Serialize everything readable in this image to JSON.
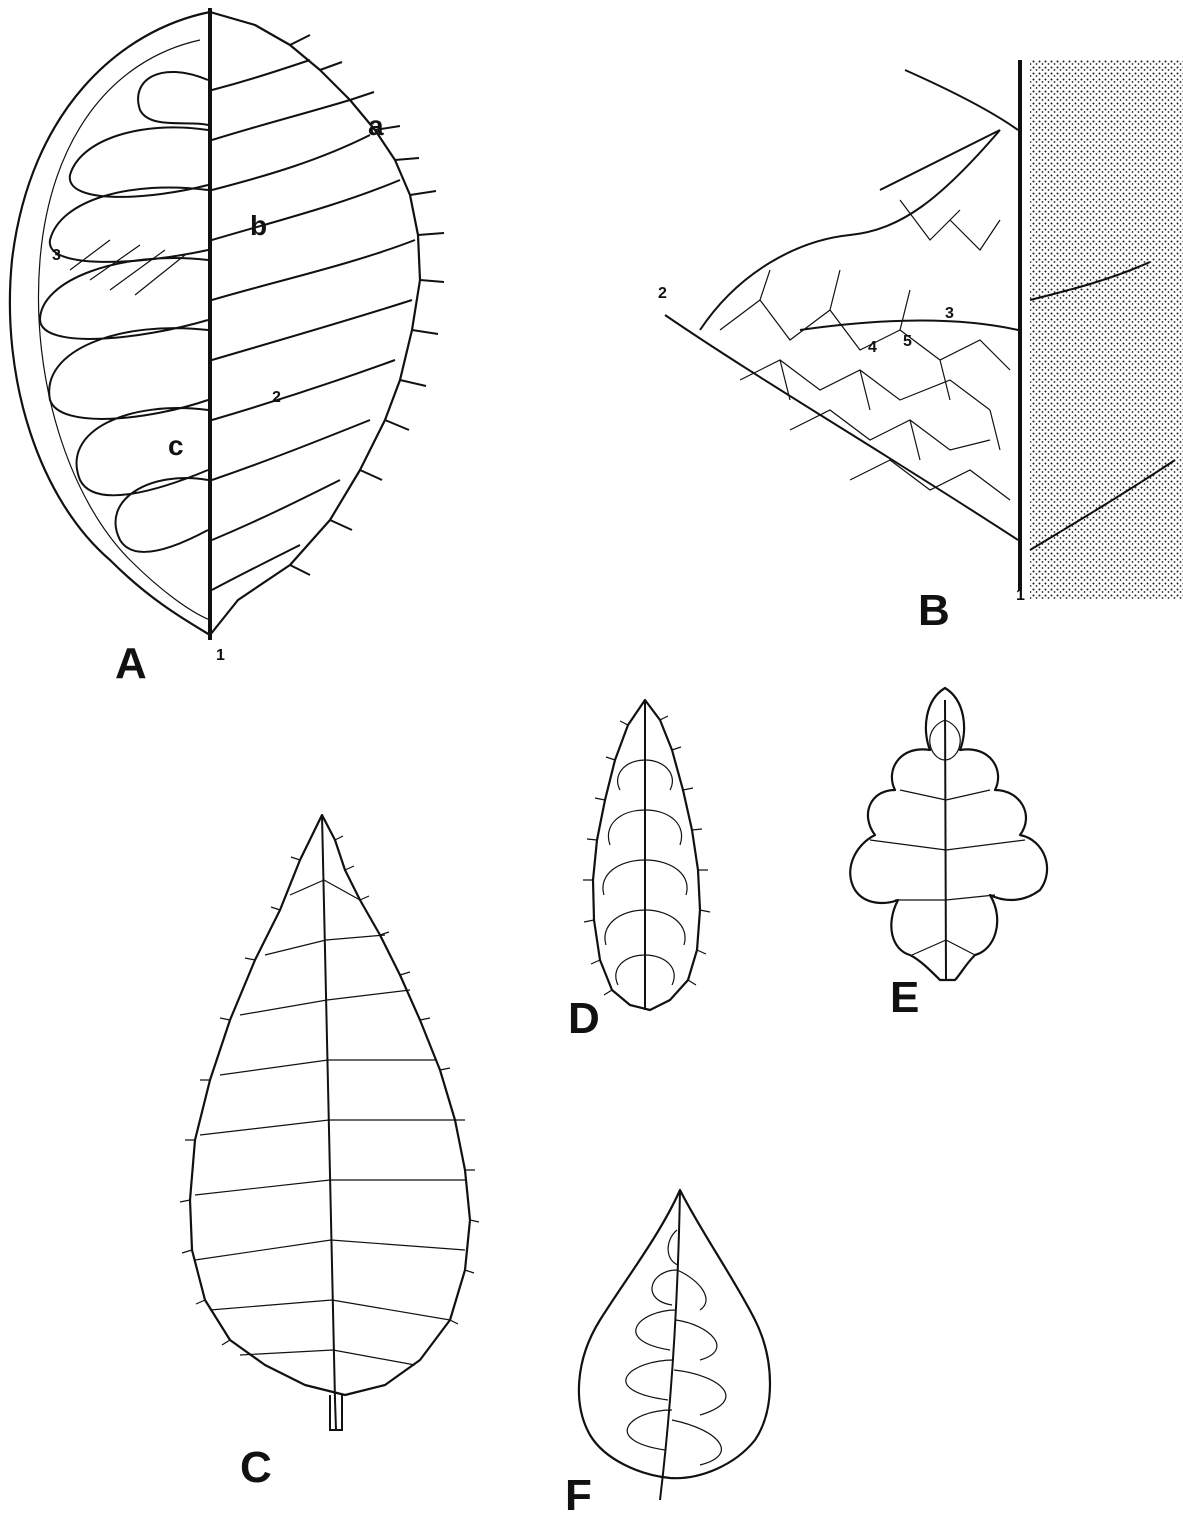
{
  "panels": {
    "A": {
      "letter": "A",
      "callouts": {
        "a": "a",
        "b": "b",
        "c": "c"
      },
      "vein_orders": {
        "primary": "1",
        "secondary": "2",
        "tertiary": "3"
      }
    },
    "B": {
      "letter": "B",
      "vein_orders": {
        "primary": "1",
        "secondary": "2",
        "tertiary": "3",
        "quaternary": "4",
        "quinary": "5"
      }
    },
    "C": {
      "letter": "C"
    },
    "D": {
      "letter": "D"
    },
    "E": {
      "letter": "E"
    },
    "F": {
      "letter": "F"
    }
  },
  "colors": {
    "ink": "#111111",
    "paper": "#ffffff",
    "stipple": "#2a2a2a"
  }
}
